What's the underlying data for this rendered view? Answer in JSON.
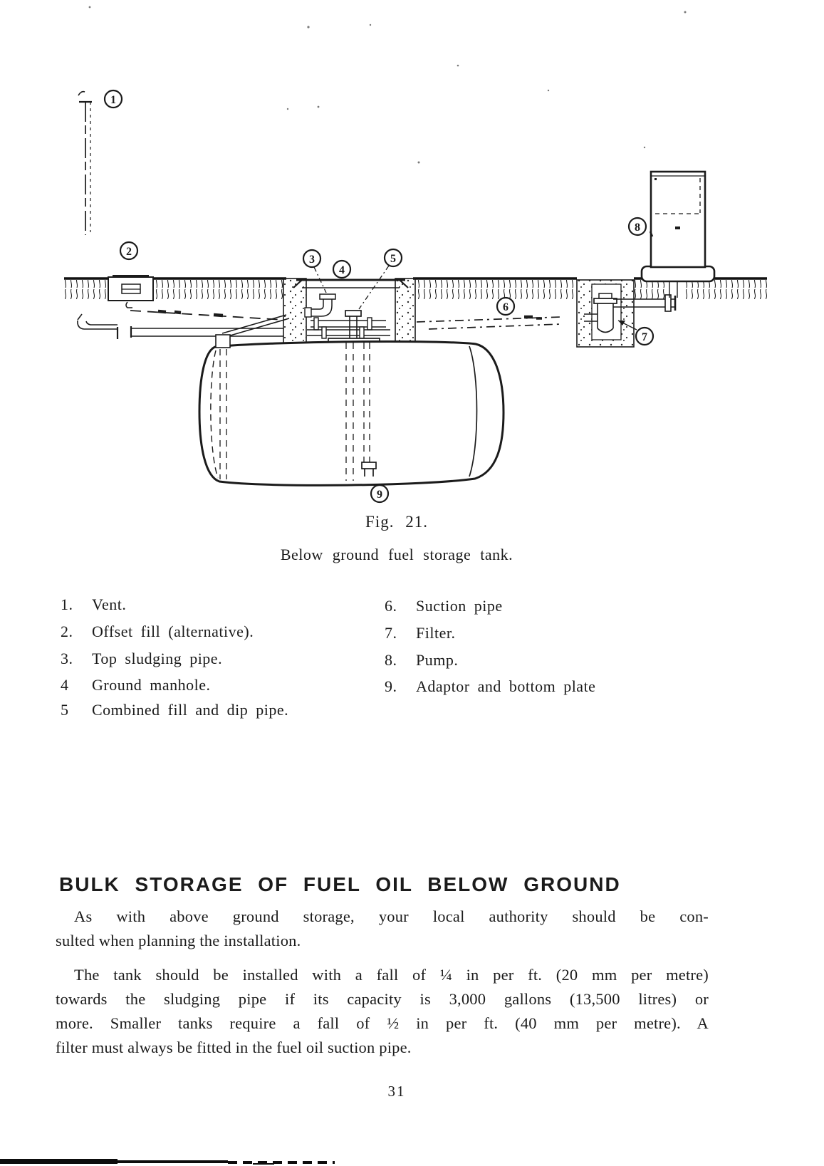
{
  "page": {
    "number": "31",
    "ink_color": "#1b1b1b",
    "paper_color": "#ffffff"
  },
  "figure": {
    "caption": "Fig. 21.",
    "subtitle": "Below ground fuel storage tank.",
    "callouts": [
      {
        "n": "1",
        "label": "Vent"
      },
      {
        "n": "2",
        "label": "Offset fill (alternative)"
      },
      {
        "n": "3",
        "label": "Top sludging pipe"
      },
      {
        "n": "4",
        "label": "Ground manhole"
      },
      {
        "n": "5",
        "label": "Combined fill and dip pipe"
      },
      {
        "n": "6",
        "label": "Suction pipe"
      },
      {
        "n": "7",
        "label": "Filter"
      },
      {
        "n": "8",
        "label": "Pump"
      },
      {
        "n": "9",
        "label": "Adaptor and bottom plate"
      }
    ]
  },
  "legend": {
    "left": [
      {
        "num": "1.",
        "text": "Vent."
      },
      {
        "num": "2.",
        "text": "Offset fill (alternative)."
      },
      {
        "num": "3.",
        "text": "Top sludging pipe."
      },
      {
        "num": "4",
        "text": "Ground manhole."
      },
      {
        "num": "5",
        "text": "Combined fill and dip pipe."
      }
    ],
    "right": [
      {
        "num": "6.",
        "text": "Suction pipe"
      },
      {
        "num": "7.",
        "text": "Filter."
      },
      {
        "num": "8.",
        "text": "Pump."
      },
      {
        "num": "9.",
        "text": "Adaptor and bottom plate"
      }
    ]
  },
  "section": {
    "heading": "BULK STORAGE OF FUEL OIL BELOW GROUND",
    "para1_lines": [
      "As with above ground storage, your local authority should be con-",
      "sulted when planning the installation."
    ],
    "para2_lines": [
      "The tank should be installed with a fall of ¼ in per ft. (20 mm per metre)",
      "towards the sludging pipe if its capacity is 3,000 gallons (13,500 litres) or",
      "more. Smaller tanks require a fall of ½ in per ft. (40 mm per metre). A",
      "filter must always be fitted in the fuel oil suction pipe."
    ]
  }
}
